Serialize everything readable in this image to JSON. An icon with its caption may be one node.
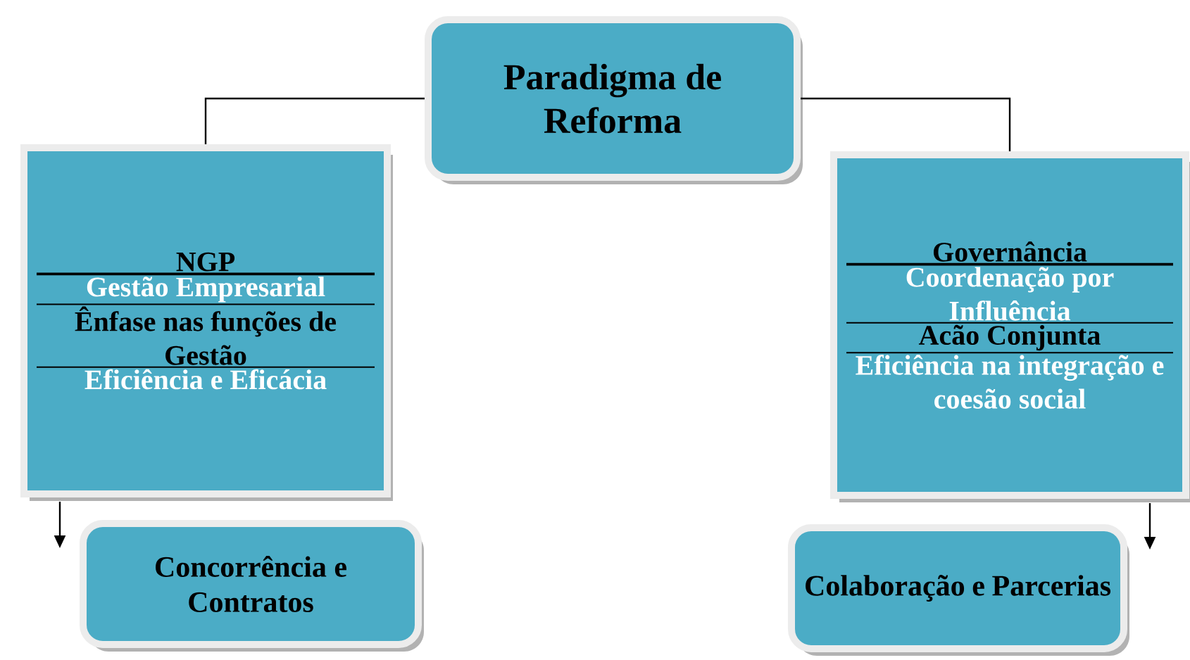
{
  "diagram": {
    "nodes": [
      {
        "text": [
          "Paradigma de Reforma"
        ]
      },
      {
        "text": [
          "NGP",
          "Gestão Empresarial",
          "Ênfase nas funções de Gestão",
          "Eficiência e Eficácia"
        ]
      },
      {
        "text": [
          "Governância",
          "Coordenação por Influência",
          "Acão Conjunta",
          "Eficiência na integração e coesão social"
        ]
      },
      {
        "text": [
          "Concorrência e Contratos"
        ]
      },
      {
        "text": [
          "Colaboração e Parcerias"
        ]
      }
    ],
    "edges": [
      {
        "from": 0,
        "to": 1,
        "arrow": "none"
      },
      {
        "from": 0,
        "to": 2,
        "arrow": "none"
      },
      {
        "from": 1,
        "to": 3,
        "arrow": "to"
      },
      {
        "from": 2,
        "to": 4,
        "arrow": "to"
      }
    ]
  }
}
